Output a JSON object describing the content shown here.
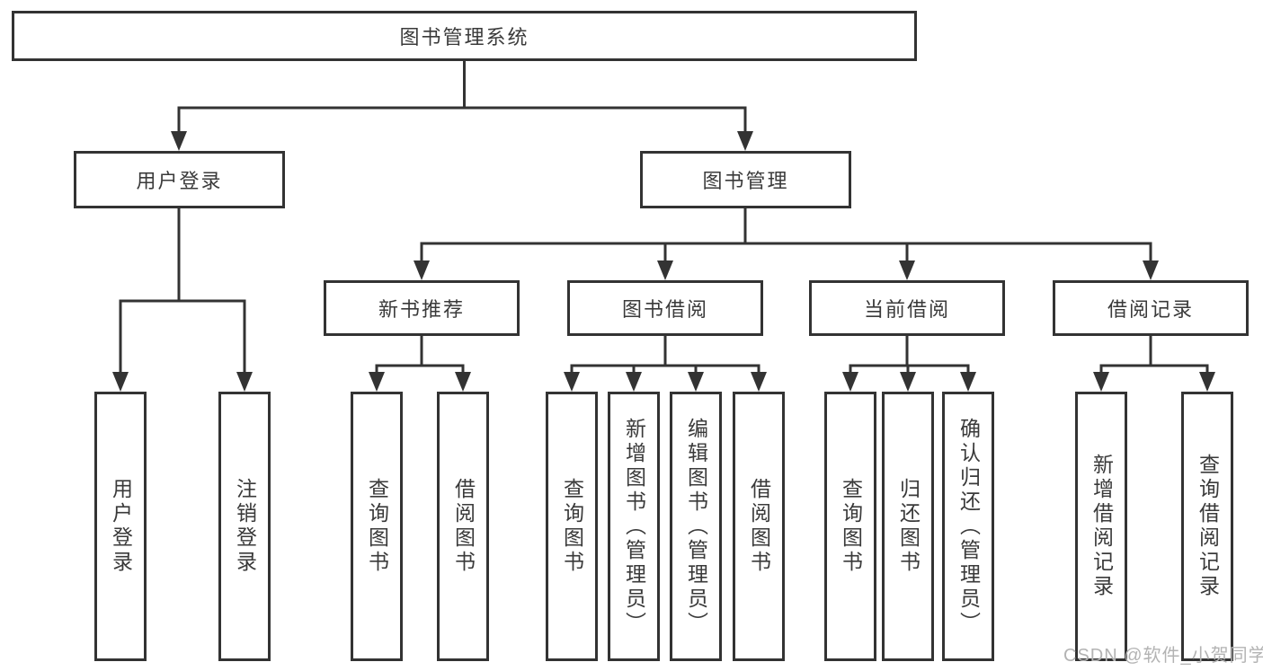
{
  "tree": {
    "label": "图书管理系统",
    "children": [
      {
        "label": "用户登录",
        "children": [
          {
            "label": "用户登录"
          },
          {
            "label": "注销登录"
          }
        ]
      },
      {
        "label": "图书管理",
        "children": [
          {
            "label": "新书推荐",
            "children": [
              {
                "label": "查询图书"
              },
              {
                "label": "借阅图书"
              }
            ]
          },
          {
            "label": "图书借阅",
            "children": [
              {
                "label": "查询图书"
              },
              {
                "label": "新增图书（管理员）"
              },
              {
                "label": "编辑图书（管理员）"
              },
              {
                "label": "借阅图书"
              }
            ]
          },
          {
            "label": "当前借阅",
            "children": [
              {
                "label": "查询图书"
              },
              {
                "label": "归还图书"
              },
              {
                "label": "确认归还（管理员）"
              }
            ]
          },
          {
            "label": "借阅记录",
            "children": [
              {
                "label": "新增借阅记录"
              },
              {
                "label": "查询借阅记录"
              }
            ]
          }
        ]
      }
    ]
  },
  "watermark": {
    "text": "CSDN @软件_小贺同学"
  },
  "colors": {
    "line": "#333333",
    "text": "#3a3a3a",
    "wm": "#b3b3b3",
    "bg": "#ffffff"
  }
}
